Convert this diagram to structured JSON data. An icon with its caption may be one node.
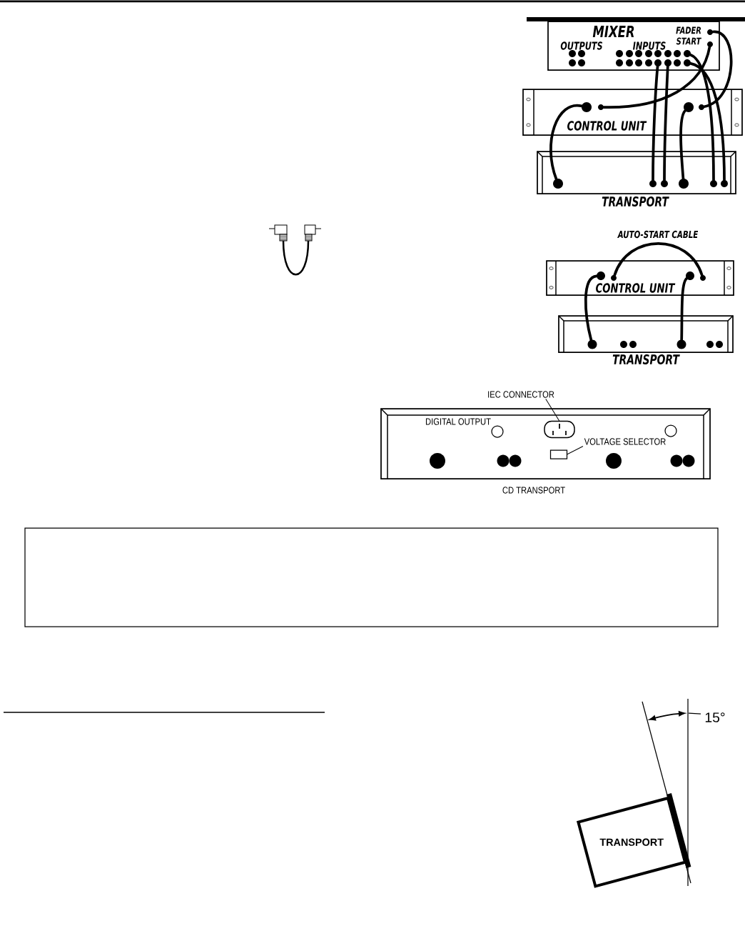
{
  "diagram": {
    "nodes": [
      {
        "text": [
          "MIXER",
          "OUTPUTS",
          "INPUTS",
          "FADER START"
        ]
      },
      {
        "text": [],
        "shape": "circle",
        "in": 0
      },
      {
        "text": [],
        "shape": "circle",
        "in": 0
      },
      {
        "text": [],
        "shape": "circle",
        "in": 0
      },
      {
        "text": [],
        "shape": "circle",
        "in": 0
      },
      {
        "text": [],
        "shape": "circle",
        "in": 0
      },
      {
        "text": [],
        "shape": "circle",
        "in": 0
      },
      {
        "text": [
          "CONTROL UNIT"
        ]
      },
      {
        "text": [],
        "shape": "circle",
        "in": 7
      },
      {
        "text": [],
        "shape": "circle",
        "in": 7
      },
      {
        "text": [],
        "shape": "circle",
        "in": 7
      },
      {
        "text": [],
        "shape": "circle",
        "in": 7
      },
      {
        "text": [
          "TRANSPORT"
        ]
      },
      {
        "text": [],
        "shape": "circle",
        "in": 12
      },
      {
        "text": [],
        "shape": "circle",
        "in": 12
      },
      {
        "text": [],
        "shape": "circle",
        "in": 12
      },
      {
        "text": [],
        "shape": "circle",
        "in": 12
      },
      {
        "text": [],
        "shape": "circle",
        "in": 12
      },
      {
        "text": [],
        "shape": "circle",
        "in": 12
      },
      {
        "text": [
          "CONTROL UNIT"
        ]
      },
      {
        "text": [],
        "shape": "circle",
        "in": 19
      },
      {
        "text": [],
        "shape": "circle",
        "in": 19
      },
      {
        "text": [],
        "shape": "circle",
        "in": 19
      },
      {
        "text": [],
        "shape": "circle",
        "in": 19
      },
      {
        "text": [
          "TRANSPORT"
        ]
      },
      {
        "text": [],
        "shape": "circle",
        "in": 24
      },
      {
        "text": [],
        "shape": "circle",
        "in": 24
      },
      {
        "text": [
          "CD TRANSPORT",
          "DIGITAL OUTPUT"
        ]
      },
      {
        "text": [
          "IEC CONNECTOR"
        ]
      },
      {
        "text": [],
        "shape": "socket",
        "in": 27
      },
      {
        "text": [
          "VOLTAGE SELECTOR"
        ],
        "in": 27
      },
      {
        "text": [],
        "shape": "box",
        "in": 27
      },
      {
        "text": [
          "TRANSPORT"
        ]
      }
    ],
    "edges": [
      {
        "from": 2,
        "to": 9,
        "arrow": "none"
      },
      {
        "from": 1,
        "to": 11,
        "arrow": "none"
      },
      {
        "from": 3,
        "to": 14,
        "arrow": "none"
      },
      {
        "from": 4,
        "to": 15,
        "arrow": "none"
      },
      {
        "from": 5,
        "to": 17,
        "arrow": "none"
      },
      {
        "from": 6,
        "to": 18,
        "arrow": "none"
      },
      {
        "from": 8,
        "to": 13,
        "arrow": "none"
      },
      {
        "from": 10,
        "to": 16,
        "arrow": "none"
      },
      {
        "from": 21,
        "to": 23,
        "arrow": "none",
        "label": "AUTO-START CABLE"
      },
      {
        "from": 20,
        "to": 25,
        "arrow": "none"
      },
      {
        "from": 22,
        "to": 26,
        "arrow": "none"
      },
      {
        "from": 28,
        "to": 29,
        "arrow": "none"
      },
      {
        "from": 30,
        "to": 31,
        "arrow": "none"
      }
    ],
    "labels": [
      "15°"
    ]
  }
}
